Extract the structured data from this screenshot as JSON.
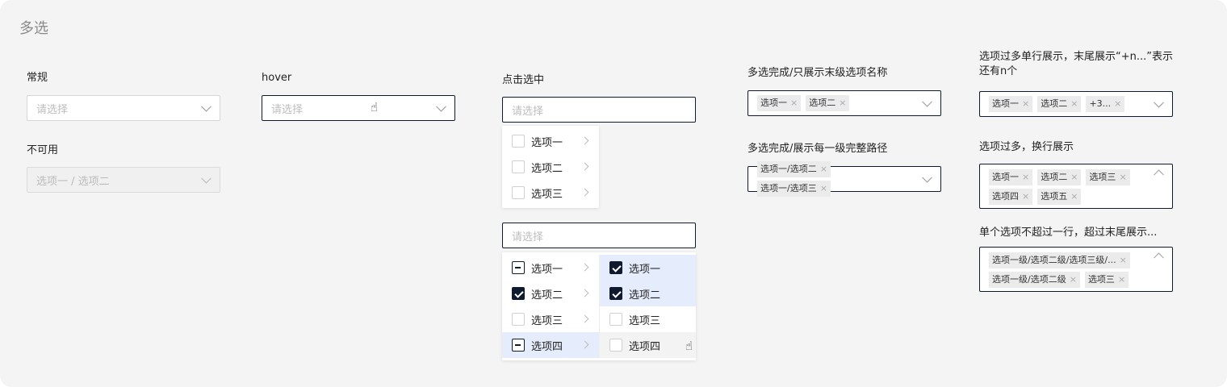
{
  "title": "多选",
  "normal": {
    "label": "常规",
    "placeholder": "请选择"
  },
  "disabled": {
    "label": "不可用",
    "value": "选项一 / 选项二"
  },
  "hover": {
    "label": "hover",
    "placeholder": "请选择"
  },
  "click": {
    "label": "点击选中",
    "placeholder": "请选择",
    "options": [
      "选项一",
      "选项二",
      "选项三"
    ]
  },
  "cascade": {
    "placeholder": "请选择",
    "col1": [
      "选项一",
      "选项二",
      "选项三",
      "选项四"
    ],
    "col2": [
      "选项一",
      "选项二",
      "选项三",
      "选项四"
    ]
  },
  "last_only": {
    "label": "多选完成/只展示末级选项名称",
    "tags": [
      "选项一",
      "选项二"
    ]
  },
  "full_path": {
    "label": "多选完成/展示每一级完整路径",
    "tags": [
      "选项一/选项二",
      "选项一/选项三"
    ]
  },
  "overflow": {
    "label": "选项过多单行展示，末尾展示“+n...”表示还有n个",
    "tags": [
      "选项一",
      "选项二",
      "+3..."
    ]
  },
  "wrap": {
    "label": "选项过多，换行展示",
    "tags": [
      "选项一",
      "选项二",
      "选项三",
      "选项四",
      "选项五"
    ]
  },
  "ellipsis": {
    "label": "单个选项不超过一行，超过末尾展示...",
    "tags": [
      "选项一级/选项二级/选项三级/...",
      "选项一级/选项二级",
      "选项三"
    ]
  },
  "icons": {
    "close": "×",
    "hand": "☝"
  }
}
